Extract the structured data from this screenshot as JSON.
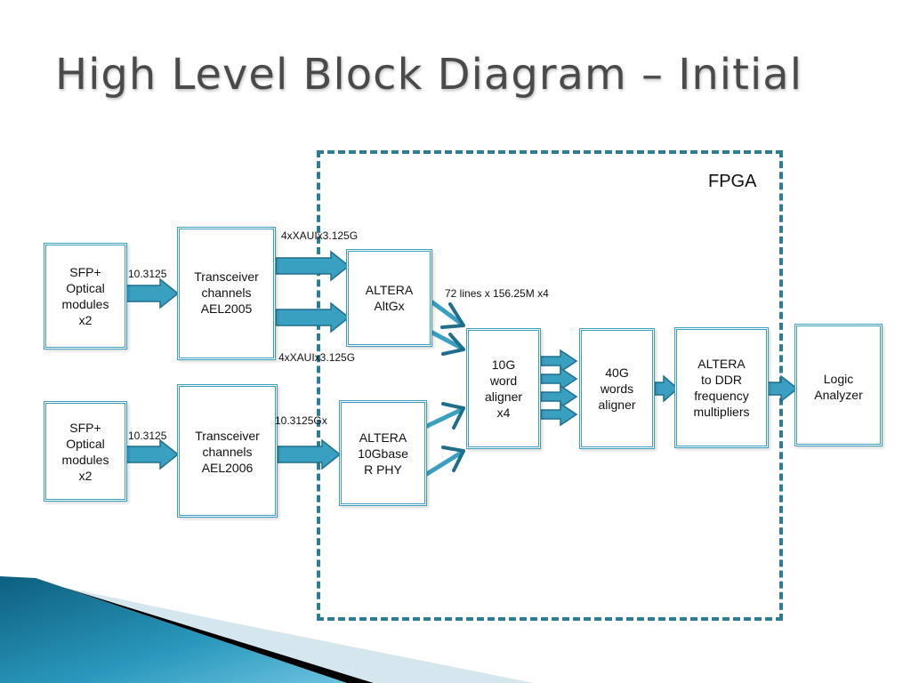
{
  "title": "High Level Block Diagram – Initial",
  "fpga_label": "FPGA",
  "blocks": {
    "sfp_top": "SFP+\nOptical\nmodules\nx2",
    "sfp_bottom": "SFP+\nOptical\nmodules\nx2",
    "transceiver_top": "Transceiver\nchannels\nAEL2005",
    "transceiver_bottom": "Transceiver\nchannels\nAEL2006",
    "altgx": "ALTERA\nAltGx",
    "phy": "ALTERA\n10Gbase\nR PHY",
    "word_aligner": "10G\nword\naligner\nx4",
    "words_aligner_40g": "40G\nwords\naligner",
    "ddr_multipliers": "ALTERA\nto DDR\nfrequency\nmultipliers",
    "logic_analyzer": "Logic\nAnalyzer"
  },
  "labels": {
    "sfp_top_rate": "10.3125",
    "sfp_bottom_rate": "10.3125",
    "xaui_top": "4xXAUIx3.125G",
    "xaui_bottom": "4xXAUIx3.125G",
    "phy_rate": "10.3125Gx",
    "lines": "72 lines x 156.25M x4"
  },
  "colors": {
    "arrow": "#3aa0c2",
    "arrow_dark": "#1f6f8b",
    "border": "#3aa0c2",
    "fpga_border": "#2e7d95"
  }
}
